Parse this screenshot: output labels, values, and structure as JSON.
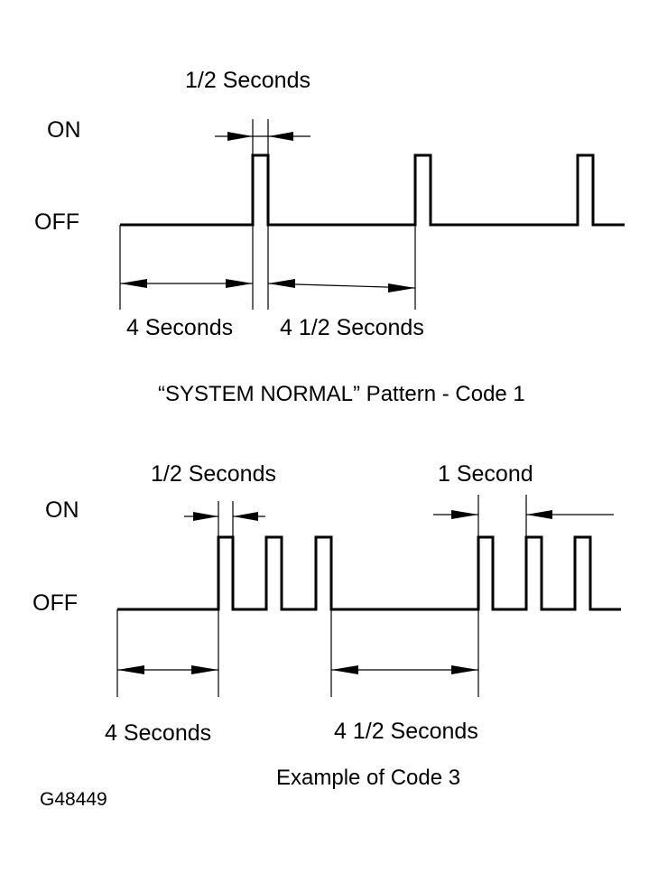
{
  "figure_code": "G48449",
  "top_diagram": {
    "caption": "“SYSTEM NORMAL” Pattern - Code 1",
    "on_label": "ON",
    "off_label": "OFF",
    "pulse_width_label": "1/2 Seconds",
    "off_gap_label": "4 Seconds",
    "interval_label": "4 1/2 Seconds"
  },
  "bottom_diagram": {
    "caption": "Example of Code 3",
    "on_label": "ON",
    "off_label": "OFF",
    "pulse_width_label": "1/2 Seconds",
    "period_label": "1 Second",
    "off_gap_label": "4 Seconds",
    "interval_label": "4 1/2 Seconds"
  }
}
